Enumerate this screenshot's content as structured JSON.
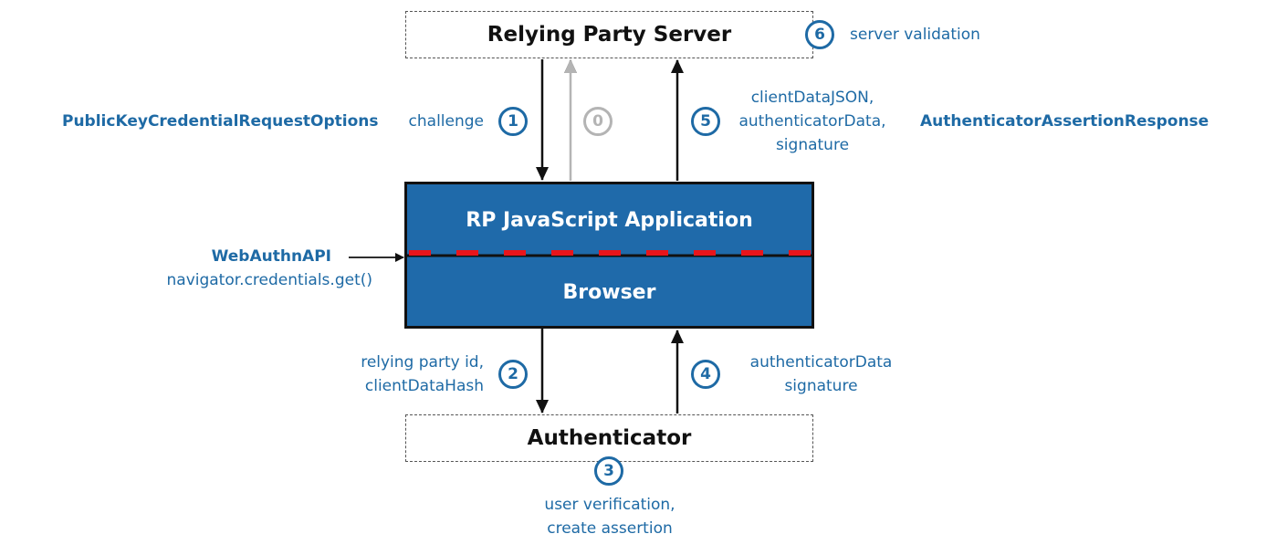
{
  "boxes": {
    "relying_party_server": "Relying Party Server",
    "rp_javascript_application": "RP JavaScript Application",
    "browser": "Browser",
    "authenticator": "Authenticator"
  },
  "side_labels": {
    "request_options": "PublicKeyCredentialRequestOptions",
    "assertion_response": "AuthenticatorAssertionResponse",
    "webauthn_api": "WebAuthnAPI",
    "credentials_get": "navigator.credentials.get()"
  },
  "steps": [
    {
      "number": "0",
      "lines": []
    },
    {
      "number": "1",
      "lines": [
        "challenge"
      ]
    },
    {
      "number": "2",
      "lines": [
        "relying party id,",
        "clientDataHash"
      ]
    },
    {
      "number": "3",
      "lines": [
        "user verification,",
        "create assertion"
      ]
    },
    {
      "number": "4",
      "lines": [
        "authenticatorData",
        "signature"
      ]
    },
    {
      "number": "5",
      "lines": [
        "clientDataJSON,",
        "authenticatorData,",
        "signature"
      ]
    },
    {
      "number": "6",
      "lines": [
        "server validation"
      ]
    }
  ],
  "colors": {
    "text_blue": "#1e6aa5",
    "block_blue": "#1f6aaa",
    "boundary_red": "#e8151b",
    "muted_gray": "#b4b4b4",
    "line_black": "#111111"
  }
}
